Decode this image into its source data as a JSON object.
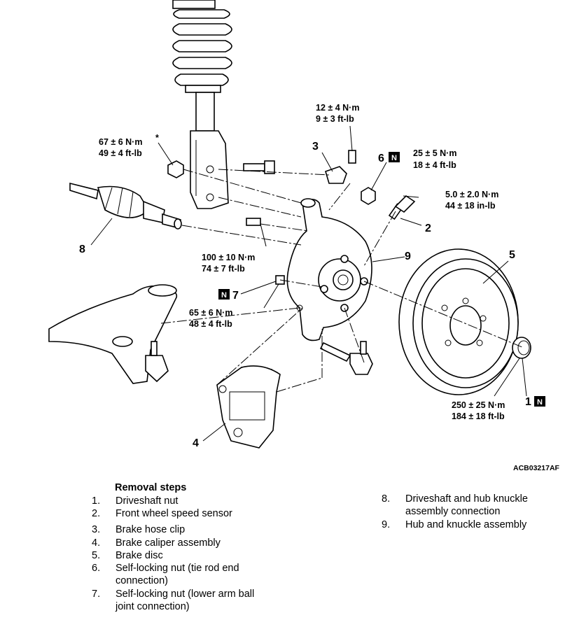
{
  "diagram": {
    "figure_code": "ACB03217AF",
    "torques": {
      "t1": {
        "nm": "12 ± 4 N·m",
        "ftlb": "9 ± 3 ft-lb"
      },
      "t2": {
        "nm": "67 ± 6 N·m",
        "ftlb": "49 ± 4 ft-lb",
        "mark": "*"
      },
      "t3": {
        "nm": "25 ± 5 N·m",
        "ftlb": "18 ± 4 ft-lb"
      },
      "t4": {
        "nm": "5.0 ± 2.0 N·m",
        "ftlb": "44 ± 18 in-lb"
      },
      "t5": {
        "nm": "100 ± 10 N·m",
        "ftlb": "74 ± 7 ft-lb"
      },
      "t6": {
        "nm": "65 ± 6 N·m",
        "ftlb": "48 ± 4 ft-lb"
      },
      "t7": {
        "nm": "250 ± 25 N·m",
        "ftlb": "184 ± 18 ft-lb"
      }
    },
    "callouts": {
      "c1": "1",
      "c2": "2",
      "c3": "3",
      "c4": "4",
      "c5": "5",
      "c6": "6",
      "c7": "7",
      "c8": "8",
      "c9": "9",
      "n_mark": "N"
    }
  },
  "removal": {
    "title": "Removal steps",
    "steps": [
      {
        "num": "1.",
        "text": "Driveshaft nut"
      },
      {
        "num": "2.",
        "text": "Front wheel speed sensor"
      },
      {
        "num": "3.",
        "text": "Brake hose clip"
      },
      {
        "num": "4.",
        "text": "Brake caliper assembly"
      },
      {
        "num": "5.",
        "text": "Brake disc"
      },
      {
        "num": "6.",
        "text": "Self-locking nut (tie rod end connection)"
      },
      {
        "num": "7.",
        "text": "Self-locking nut (lower arm ball joint connection)"
      },
      {
        "num": "8.",
        "text": "Driveshaft and hub knuckle assembly connection"
      },
      {
        "num": "9.",
        "text": "Hub and knuckle assembly"
      }
    ]
  }
}
